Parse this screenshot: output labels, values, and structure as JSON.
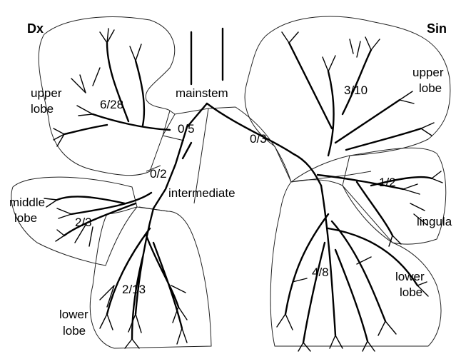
{
  "sides": {
    "right": "Dx",
    "left": "Sin"
  },
  "regions": {
    "right_upper": {
      "name_line1": "upper",
      "name_line2": "lobe",
      "ratio": "6/28"
    },
    "mainstem": {
      "name": "mainstem"
    },
    "right_mainstem": {
      "ratio": "0/5"
    },
    "left_mainstem": {
      "ratio": "0/3"
    },
    "intermediate": {
      "name": "intermediate",
      "ratio": "0/2"
    },
    "right_middle": {
      "name_line1": "middle",
      "name_line2": "lobe",
      "ratio": "2/3"
    },
    "right_lower": {
      "name_line1": "lower",
      "name_line2": "lobe",
      "ratio": "2/13"
    },
    "left_upper": {
      "name_line1": "upper",
      "name_line2": "lobe",
      "ratio": "3/10"
    },
    "lingula": {
      "name": "lingula",
      "ratio": "1/2"
    },
    "left_lower": {
      "name_line1": "lower",
      "name_line2": "lobe",
      "ratio": "4/8"
    }
  }
}
